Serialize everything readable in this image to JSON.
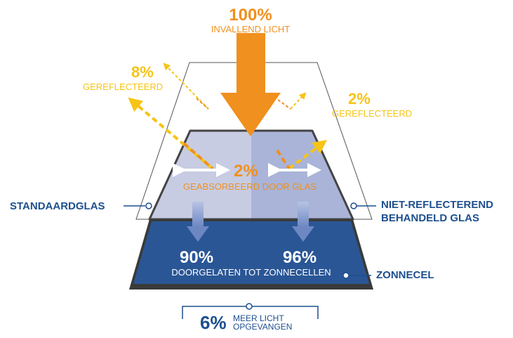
{
  "incident": {
    "percent": "100%",
    "label": "INVALLEND LICHT"
  },
  "reflected_left": {
    "percent": "8%",
    "label": "GEREFLECTEERD"
  },
  "reflected_right": {
    "percent": "2%",
    "label": "GEREFLECTEERD"
  },
  "absorbed": {
    "percent": "2%",
    "label": "GEABSORBEERD DOOR GLAS"
  },
  "transmitted": {
    "left_percent": "90%",
    "right_percent": "96%",
    "label": "DOORGELATEN TOT ZONNECELLEN"
  },
  "labels": {
    "standard_glass": "STANDAARDGLAS",
    "treated_glass_line1": "NIET-REFLECTEREND",
    "treated_glass_line2": "BEHANDELD GLAS",
    "solar_cell": "ZONNECEL"
  },
  "gain": {
    "percent": "6%",
    "line1": "MEER LICHT",
    "line2": "OPGEVANGEN"
  },
  "colors": {
    "orange": "#F0901E",
    "yellow": "#F6C416",
    "navy": "#1D4F8F",
    "cell_blue": "#2A5696",
    "glass_left": "#C7CCE3",
    "glass_right": "#A9B4D8"
  }
}
